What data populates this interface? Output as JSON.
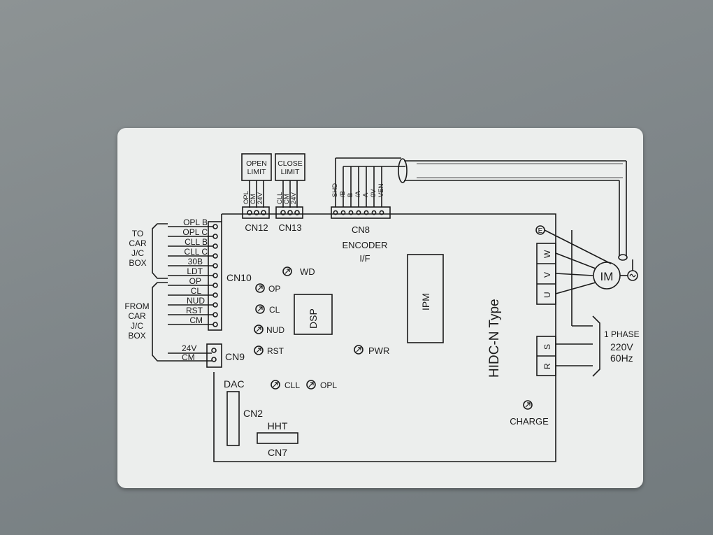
{
  "limits": {
    "open": [
      "OPEN",
      "LIMIT"
    ],
    "close": [
      "CLOSE",
      "LIMIT"
    ],
    "open_pins": [
      "OPL",
      "CM",
      "24V"
    ],
    "close_pins": [
      "CLL",
      "CM",
      "24V"
    ]
  },
  "connectors": {
    "cn12": "CN12",
    "cn13": "CN13",
    "cn8": "CN8",
    "cn8_desc": [
      "ENCODER",
      "I/F"
    ],
    "cn8_pins": [
      "SHD",
      "/B",
      "B",
      "/A",
      "A",
      "0V",
      "VEN"
    ],
    "cn10": "CN10",
    "cn9": "CN9",
    "cn2": "CN2",
    "cn7": "CN7",
    "dac": "DAC",
    "hht": "HHT"
  },
  "cn10_pins": [
    "OPL B",
    "OPL C",
    "CLL B",
    "CLL C",
    "30B",
    "LDT",
    "OP",
    "CL",
    "NUD",
    "RST",
    "CM"
  ],
  "cn9_pins": [
    "24V",
    "CM"
  ],
  "groups": {
    "to_car": [
      "TO",
      "CAR",
      "J/C",
      "BOX"
    ],
    "from_car": [
      "FROM",
      "CAR",
      "J/C",
      "BOX"
    ]
  },
  "chips": {
    "dsp": "DSP",
    "ipm": "IPM"
  },
  "leds": {
    "wd": "WD",
    "op": "OP",
    "cl": "CL",
    "nud": "NUD",
    "rst": "RST",
    "pwr": "PWR",
    "cll": "CLL",
    "opl": "OPL",
    "charge": "CHARGE"
  },
  "board_type": "HIDC-N Type",
  "motor": {
    "label": "IM",
    "terminals": [
      "E",
      "W",
      "V",
      "U"
    ]
  },
  "power": {
    "terminals": [
      "S",
      "R"
    ],
    "phase": "1 PHASE",
    "voltage": "220V",
    "frequency": "60Hz"
  }
}
